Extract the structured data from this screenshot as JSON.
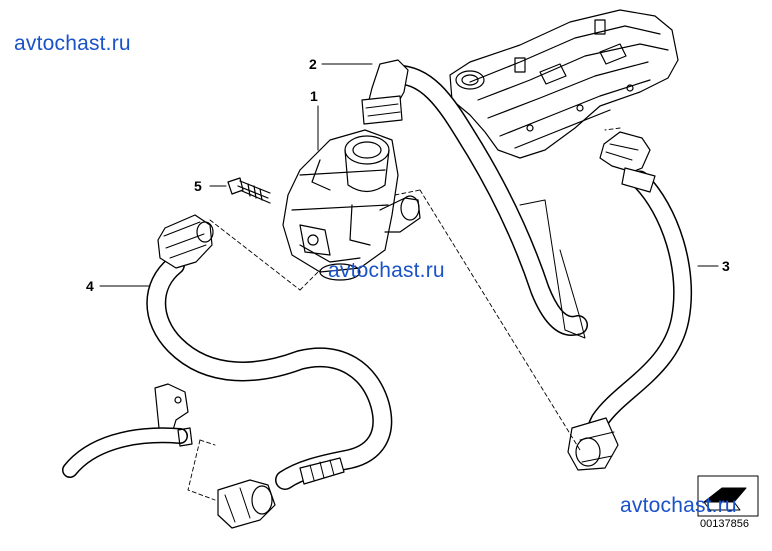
{
  "watermarks": [
    "avtochast.ru",
    "avtochast.ru",
    "avtochast.ru"
  ],
  "callouts": [
    "1",
    "2",
    "3",
    "4",
    "5"
  ],
  "document_number": "00137856",
  "colors": {
    "watermark": "#1a52c8",
    "line": "#000000",
    "background": "#ffffff"
  }
}
